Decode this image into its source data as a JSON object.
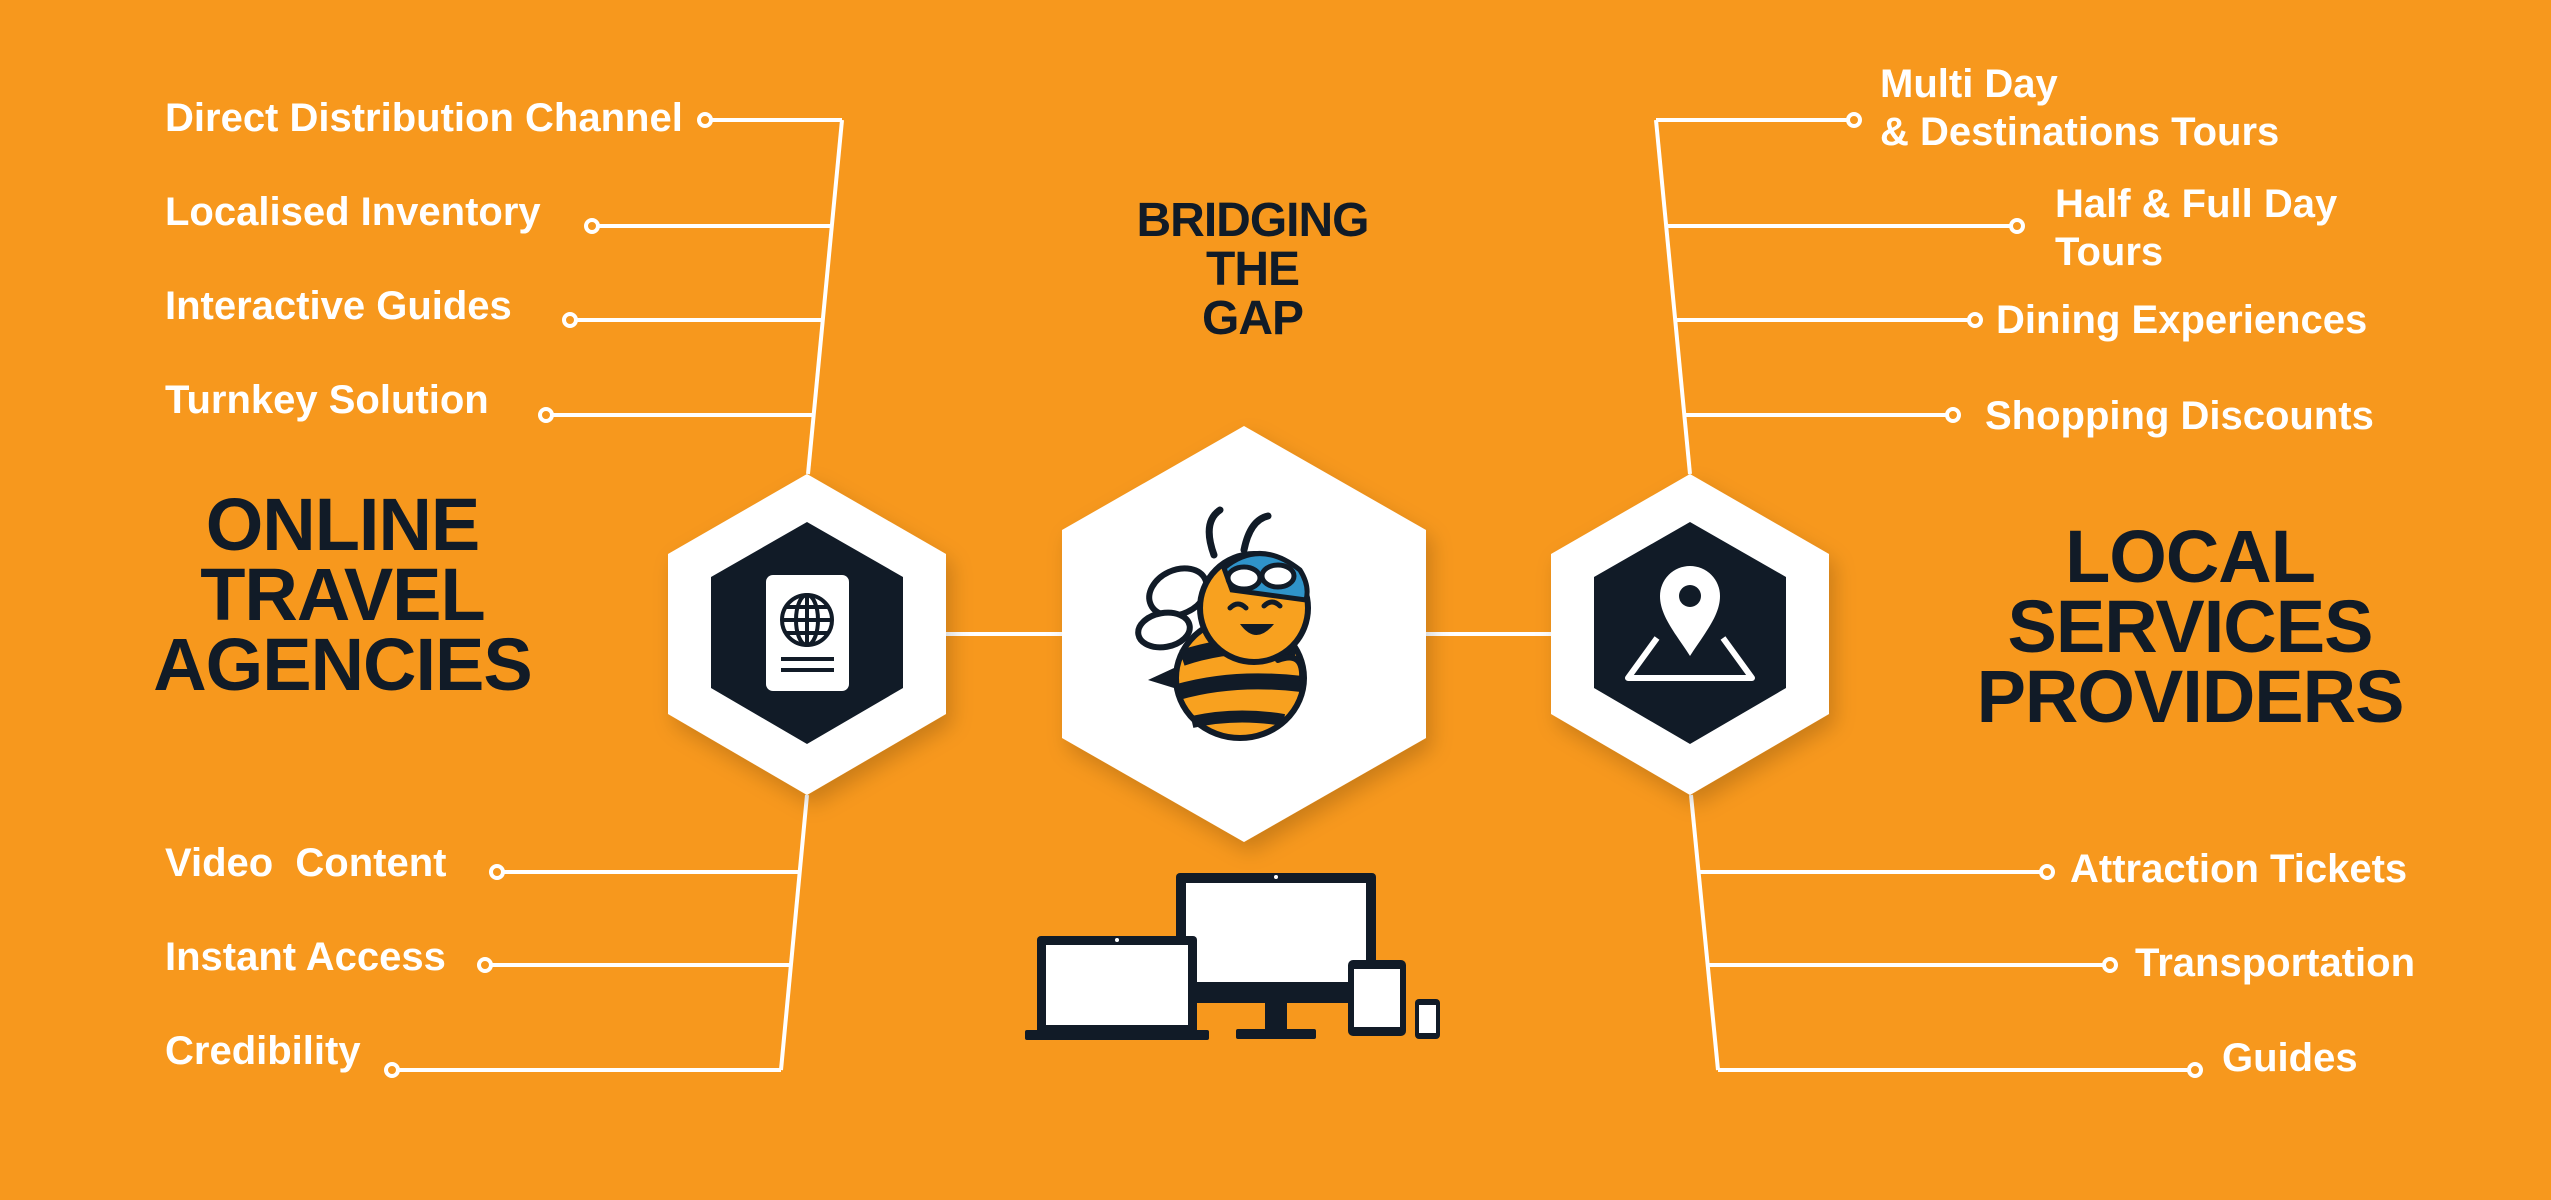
{
  "background": "#f7981d",
  "colors": {
    "dark": "#111b27",
    "white": "#ffffff",
    "bee_cap": "#2f93c9",
    "bee_body": "#f8a11f"
  },
  "center": {
    "title": "BRIDGING\nTHE\nGAP",
    "icon": "bee-mascot-icon",
    "devices_icon": "devices-icon"
  },
  "left": {
    "title": "ONLINE\nTRAVEL\nAGENCIES",
    "icon": "passport-globe-icon",
    "top_items": [
      "Direct Distribution Channel",
      "Localised Inventory",
      "Interactive Guides",
      "Turnkey Solution"
    ],
    "bottom_items": [
      "Video  Content",
      "Instant Access",
      "Credibility"
    ]
  },
  "right": {
    "title": "LOCAL\nSERVICES\nPROVIDERS",
    "icon": "map-pin-icon",
    "top_items": [
      "Multi Day\n& Destinations Tours",
      "Half & Full Day\nTours",
      "Dining Experiences",
      "Shopping Discounts"
    ],
    "bottom_items": [
      "Attraction Tickets",
      "Transportation",
      "Guides"
    ]
  }
}
